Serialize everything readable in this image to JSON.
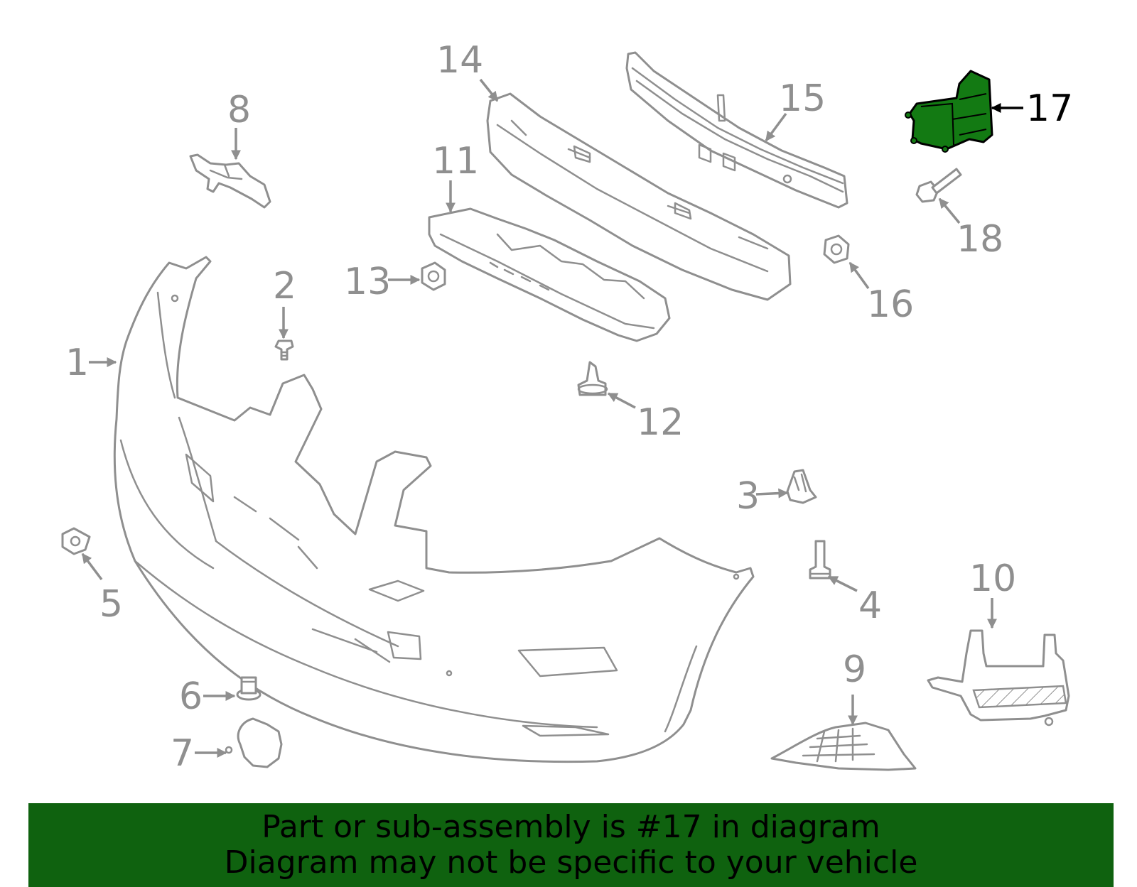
{
  "callouts": [
    {
      "id": "1",
      "label": "1"
    },
    {
      "id": "2",
      "label": "2"
    },
    {
      "id": "3",
      "label": "3"
    },
    {
      "id": "4",
      "label": "4"
    },
    {
      "id": "5",
      "label": "5"
    },
    {
      "id": "6",
      "label": "6"
    },
    {
      "id": "7",
      "label": "7"
    },
    {
      "id": "8",
      "label": "8"
    },
    {
      "id": "9",
      "label": "9"
    },
    {
      "id": "10",
      "label": "10"
    },
    {
      "id": "11",
      "label": "11"
    },
    {
      "id": "12",
      "label": "12"
    },
    {
      "id": "13",
      "label": "13"
    },
    {
      "id": "14",
      "label": "14"
    },
    {
      "id": "15",
      "label": "15"
    },
    {
      "id": "16",
      "label": "16"
    },
    {
      "id": "17",
      "label": "17"
    },
    {
      "id": "18",
      "label": "18"
    }
  ],
  "highlighted_part": "17",
  "colors": {
    "highlight_fill": "#137a13",
    "banner_background": "#0f620f",
    "line_gray": "#8f8f8f",
    "text_black": "#000000"
  },
  "banner": {
    "line1": "Part or sub-assembly is #17 in diagram",
    "line2": "Diagram may not be specific to your vehicle"
  }
}
